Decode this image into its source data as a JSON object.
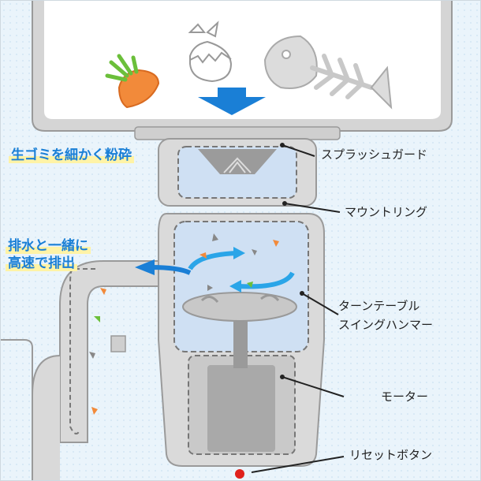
{
  "callouts": {
    "grind": "生ゴミを細かく粉砕",
    "drain_line1": "排水と一緒に",
    "drain_line2": "高速で排出"
  },
  "labels": {
    "splash_guard": "スプラッシュガード",
    "mounting_ring": "マウントリング",
    "turntable": "ターンテーブル",
    "swing_hammer": "スイングハンマー",
    "motor": "モーター",
    "reset_button": "リセットボタン"
  },
  "colors": {
    "accent_blue": "#1a7fd6",
    "highlight_yellow": "#fff3a6",
    "reset_red": "#e0201b",
    "sink_gray": "#d5d5d5",
    "water_blue": "#cfe0f3"
  },
  "icons": [
    "carrot-icon",
    "eggshell-icon",
    "fish-bone-icon",
    "down-arrow-icon"
  ]
}
